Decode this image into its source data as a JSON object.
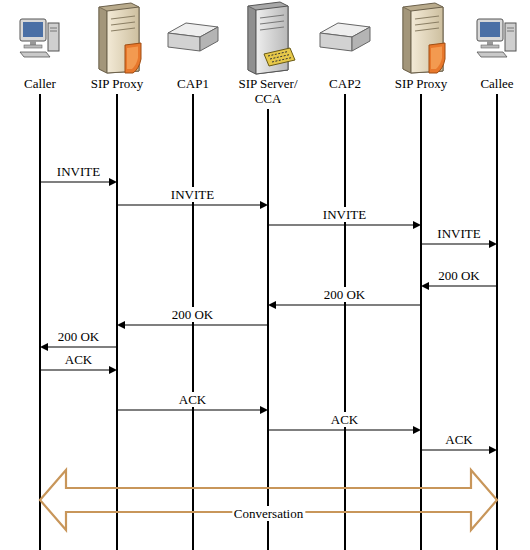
{
  "diagram": {
    "nodes": [
      {
        "text": [
          "Caller"
        ]
      },
      {
        "text": [
          "SIP Proxy"
        ]
      },
      {
        "text": [
          "CAP1"
        ]
      },
      {
        "text": [
          "SIP Server/ CCA"
        ]
      },
      {
        "text": [
          "CAP2"
        ]
      },
      {
        "text": [
          "SIP Proxy"
        ]
      },
      {
        "text": [
          "Callee"
        ]
      }
    ],
    "edges": [
      {
        "from": 0,
        "to": 1,
        "label": "INVITE",
        "arrow": "to"
      },
      {
        "from": 1,
        "to": 3,
        "label": "INVITE",
        "arrow": "to"
      },
      {
        "from": 3,
        "to": 5,
        "label": "INVITE",
        "arrow": "to"
      },
      {
        "from": 5,
        "to": 6,
        "label": "INVITE",
        "arrow": "to"
      },
      {
        "from": 6,
        "to": 5,
        "label": "200 OK",
        "arrow": "to"
      },
      {
        "from": 5,
        "to": 3,
        "label": "200 OK",
        "arrow": "to"
      },
      {
        "from": 3,
        "to": 1,
        "label": "200 OK",
        "arrow": "to"
      },
      {
        "from": 1,
        "to": 0,
        "label": "200 OK",
        "arrow": "to"
      },
      {
        "from": 0,
        "to": 1,
        "label": "ACK",
        "arrow": "to"
      },
      {
        "from": 1,
        "to": 3,
        "label": "ACK",
        "arrow": "to"
      },
      {
        "from": 3,
        "to": 5,
        "label": "ACK",
        "arrow": "to"
      },
      {
        "from": 5,
        "to": 6,
        "label": "ACK",
        "arrow": "to"
      },
      {
        "from": 0,
        "to": 6,
        "label": "Conversation",
        "arrow": "both"
      }
    ]
  }
}
